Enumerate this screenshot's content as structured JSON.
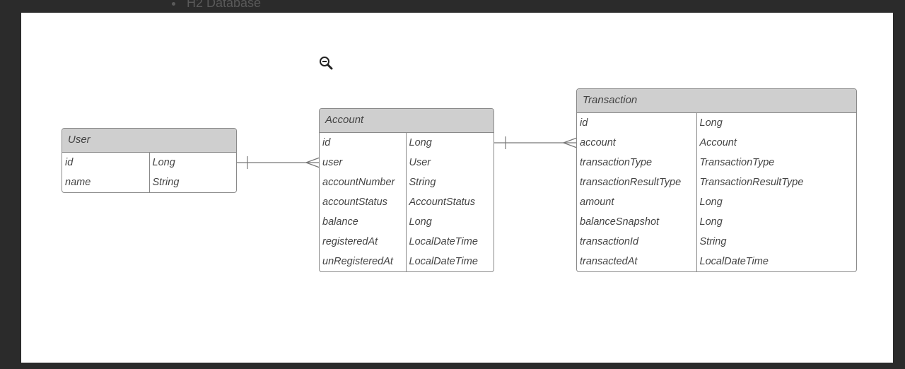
{
  "background": {
    "bullet_text": "H2 Database"
  },
  "entities": {
    "user": {
      "name": "User",
      "rows": [
        {
          "field": "id",
          "type": "Long"
        },
        {
          "field": "name",
          "type": "String"
        }
      ]
    },
    "account": {
      "name": "Account",
      "rows": [
        {
          "field": "id",
          "type": "Long"
        },
        {
          "field": "user",
          "type": "User"
        },
        {
          "field": "accountNumber",
          "type": "String"
        },
        {
          "field": "accountStatus",
          "type": "AccountStatus"
        },
        {
          "field": "balance",
          "type": "Long"
        },
        {
          "field": "registeredAt",
          "type": "LocalDateTime"
        },
        {
          "field": "unRegisteredAt",
          "type": "LocalDateTime"
        }
      ]
    },
    "transaction": {
      "name": "Transaction",
      "rows": [
        {
          "field": "id",
          "type": "Long"
        },
        {
          "field": "account",
          "type": "Account"
        },
        {
          "field": "transactionType",
          "type": "TransactionType"
        },
        {
          "field": "transactionResultType",
          "type": "TransactionResultType"
        },
        {
          "field": "amount",
          "type": "Long"
        },
        {
          "field": "balanceSnapshot",
          "type": "Long"
        },
        {
          "field": "transactionId",
          "type": "String"
        },
        {
          "field": "transactedAt",
          "type": "LocalDateTime"
        }
      ]
    }
  },
  "relationships": [
    {
      "from": "User",
      "to": "Account",
      "cardinality": "one-to-many"
    },
    {
      "from": "Account",
      "to": "Transaction",
      "cardinality": "one-to-many"
    }
  ],
  "icons": {
    "zoom": "zoom-out-icon"
  }
}
